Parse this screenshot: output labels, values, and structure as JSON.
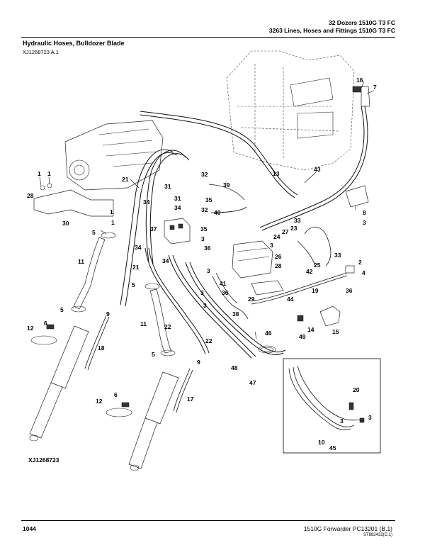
{
  "header": {
    "line1": "32 Dozers 1510G T3 FC",
    "line2": "3263 Lines, Hoses and Fittings 1510G T3 FC"
  },
  "title": "Hydraulic Hoses, Bulldozer Blade",
  "figure_ref": "XJ1268723 A.1",
  "figure_id": "XJ1268723",
  "footer": {
    "page_number": "1044",
    "doc": "1510G Forwarder  PC13201  (B.1)",
    "code": "ST882432(C.1)"
  },
  "callouts": [
    "1",
    "28",
    "1",
    "30",
    "5",
    "11",
    "21",
    "31",
    "31",
    "34",
    "34",
    "32",
    "35",
    "39",
    "13",
    "43",
    "16",
    "7",
    "8",
    "3",
    "32",
    "40",
    "35",
    "37",
    "34",
    "3",
    "36",
    "33",
    "23",
    "24",
    "27",
    "3",
    "2",
    "4",
    "26",
    "28",
    "33",
    "25",
    "42",
    "21",
    "3",
    "41",
    "36",
    "19",
    "29",
    "36",
    "44",
    "14",
    "15",
    "49",
    "46",
    "3",
    "34",
    "9",
    "1",
    "5",
    "22",
    "5",
    "11",
    "6",
    "12",
    "18",
    "48",
    "47",
    "22",
    "9",
    "5",
    "6",
    "12",
    "17",
    "20",
    "3",
    "3",
    "10",
    "45",
    "38",
    "3",
    "1"
  ]
}
